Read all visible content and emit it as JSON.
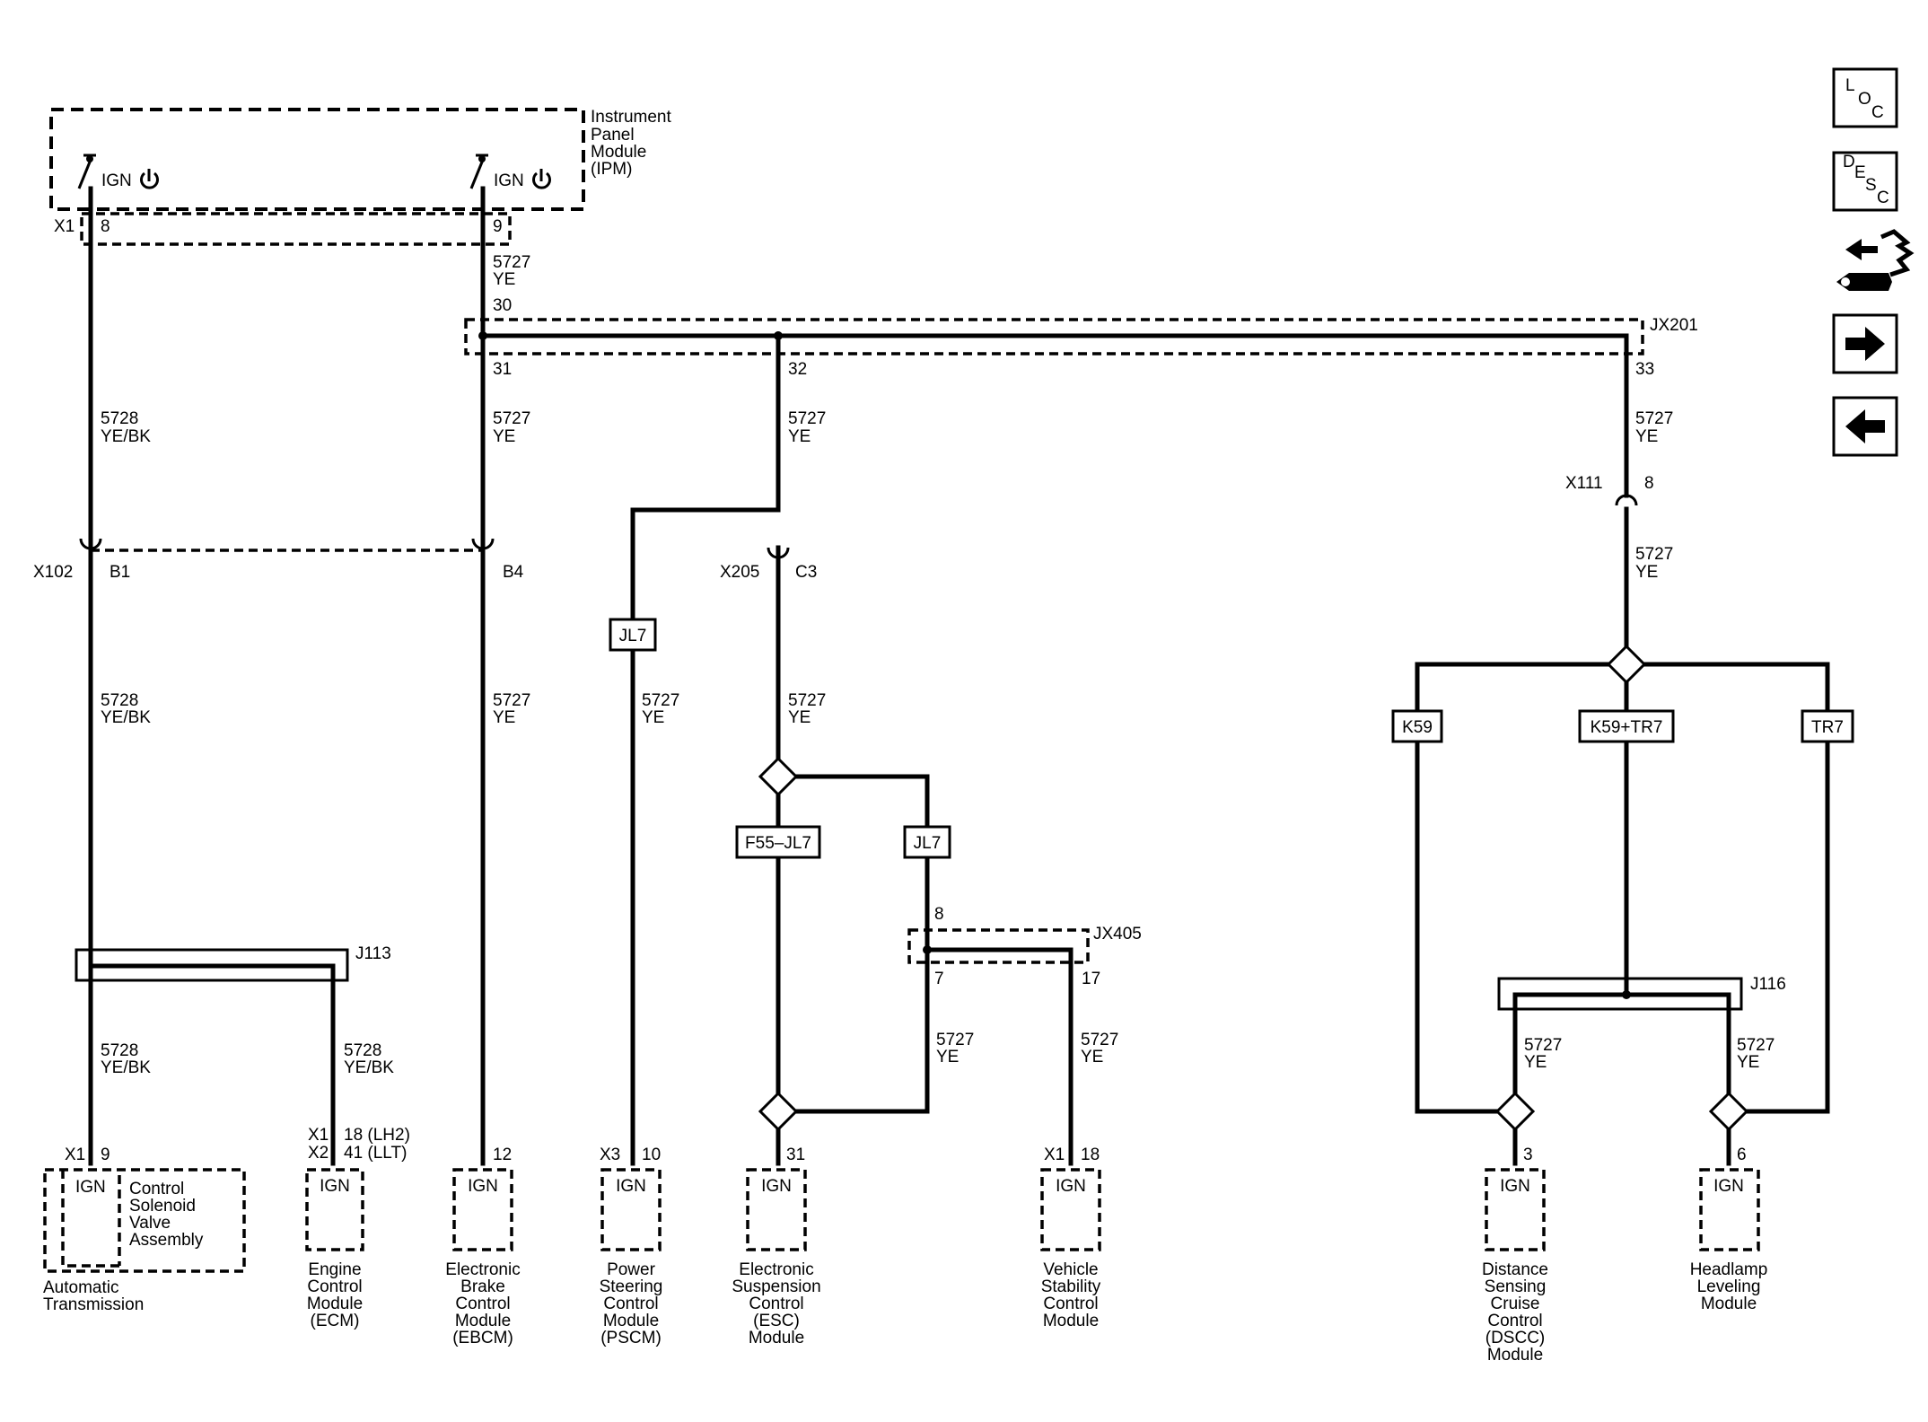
{
  "ipm": {
    "name": [
      "Instrument",
      "Panel",
      "Module",
      "(IPM)"
    ],
    "switch_label": "IGN",
    "connector": "X1",
    "pin_left": "8",
    "pin_right": "9"
  },
  "wires": {
    "w5727": "5727",
    "w5728": "5728",
    "ye": "YE",
    "yebk": "YE/BK"
  },
  "splices": {
    "jx201": "JX201",
    "jx201_in": "30",
    "jx201_p31": "31",
    "jx201_p32": "32",
    "jx201_p33": "33",
    "jx405": "JX405",
    "jx405_in": "8",
    "jx405_p7": "7",
    "jx405_p17": "17",
    "j113": "J113",
    "j116": "J116"
  },
  "connectors": {
    "x102": "X102",
    "b1": "B1",
    "b4": "B4",
    "x205": "X205",
    "c3": "C3",
    "x111": "X111",
    "x111_pin": "8"
  },
  "options": {
    "jl7": "JL7",
    "f55_jl7": "F55–JL7",
    "k59": "K59",
    "k59_tr7": "K59+TR7",
    "tr7": "TR7"
  },
  "modules": {
    "ign": "IGN",
    "trans": {
      "conn": "X1",
      "pin": "9",
      "inner": [
        "Control",
        "Solenoid",
        "Valve",
        "Assembly"
      ],
      "name": [
        "Automatic",
        "Transmission"
      ]
    },
    "ecm": {
      "conn1": "X1",
      "pin1": "18 (LH2)",
      "conn2": "X2",
      "pin2": "41 (LLT)",
      "name": [
        "Engine",
        "Control",
        "Module",
        "(ECM)"
      ]
    },
    "ebcm": {
      "pin": "12",
      "name": [
        "Electronic",
        "Brake",
        "Control",
        "Module",
        "(EBCM)"
      ]
    },
    "pscm": {
      "conn": "X3",
      "pin": "10",
      "name": [
        "Power",
        "Steering",
        "Control",
        "Module",
        "(PSCM)"
      ]
    },
    "esc": {
      "pin": "31",
      "name": [
        "Electronic",
        "Suspension",
        "Control",
        "(ESC)",
        "Module"
      ]
    },
    "vsm": {
      "conn": "X1",
      "pin": "18",
      "name": [
        "Vehicle",
        "Stability",
        "Control",
        "Module"
      ]
    },
    "dscc": {
      "pin": "3",
      "name": [
        "Distance",
        "Sensing",
        "Cruise",
        "Control",
        "(DSCC)",
        "Module"
      ]
    },
    "hlm": {
      "pin": "6",
      "name": [
        "Headlamp",
        "Leveling",
        "Module"
      ]
    }
  },
  "nav": {
    "loc": [
      "L",
      "O",
      "C"
    ],
    "desc": [
      "D",
      "E",
      "S",
      "C"
    ],
    "icons": [
      "loc-icon",
      "desc-icon",
      "connector-view-icon",
      "next-arrow-icon",
      "previous-arrow-icon"
    ]
  }
}
